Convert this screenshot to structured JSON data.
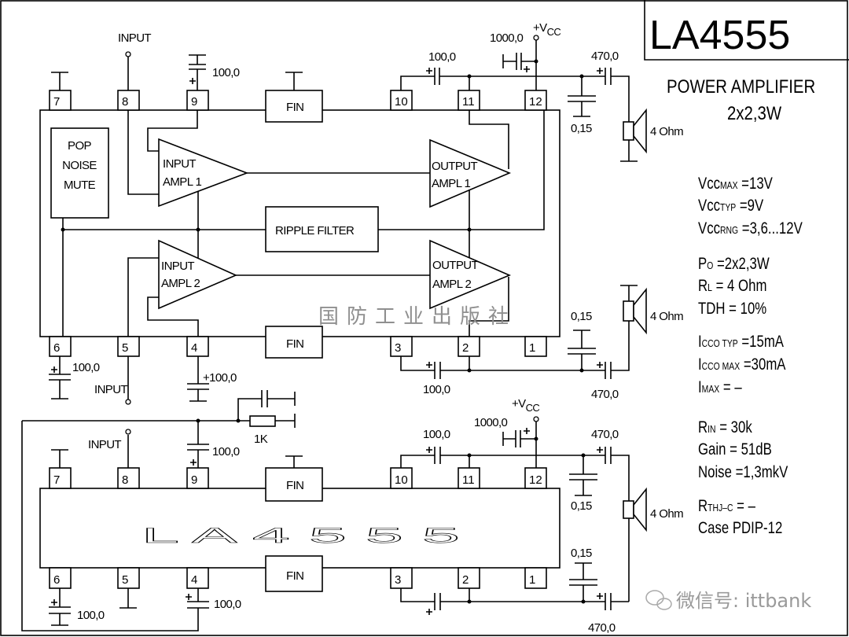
{
  "title": "LA4555",
  "subtitle": "POWER AMPLIFIER",
  "power_rating": "2x2,3W",
  "specs": [
    {
      "sym": "Vcc",
      "sub": "MAX",
      "val": " =13V"
    },
    {
      "sym": "Vcc",
      "sub": "TYP",
      "val": "  =9V"
    },
    {
      "sym": "Vcc",
      "sub": "RNG",
      "val": " =3,6...12V"
    },
    {
      "sym": "P",
      "sub": "O",
      "val": "  =2x2,3W"
    },
    {
      "sym": "R",
      "sub": "L",
      "val": "  = 4  Ohm"
    },
    {
      "sym": "TDH",
      "sub": "",
      "val": " = 10%"
    },
    {
      "sym": "I",
      "sub": "CCO TYP",
      "val": " =15mA"
    },
    {
      "sym": "I",
      "sub": "CCO MAX",
      "val": " =30mA"
    },
    {
      "sym": "I",
      "sub": "MAX",
      "val": "  =    –"
    },
    {
      "sym": "R",
      "sub": "IN",
      "val": "   = 30k"
    },
    {
      "sym": "Gain",
      "sub": "",
      "val": "  = 51dB"
    },
    {
      "sym": "Noise",
      "sub": "",
      "val": " =1,3mkV"
    },
    {
      "sym": "R",
      "sub": "THJ–C",
      "val": " =  –"
    },
    {
      "sym": "Case",
      "sub": "",
      "val": "  PDIP-12"
    }
  ],
  "pins_top": [
    "7",
    "8",
    "9",
    "10",
    "11",
    "12"
  ],
  "pins_bottom": [
    "6",
    "5",
    "4",
    "3",
    "2",
    "1"
  ],
  "circuit_block_diagram": {
    "input_top": "INPUT",
    "input_bottom": "INPUT",
    "pop_noise_mute": [
      "POP",
      "NOISE",
      "MUTE"
    ],
    "input_amp1": [
      "INPUT",
      "AMPL 1"
    ],
    "output_amp1": [
      "OUTPUT",
      "AMPL 1"
    ],
    "input_amp2": [
      "INPUT",
      "AMPL 2"
    ],
    "output_amp2": [
      "OUTPUT",
      "AMPL 2"
    ],
    "ripple_filter": "RIPPLE FILTER",
    "fin": "FIN",
    "vcc": "+V",
    "vcc_sub": "CC",
    "caps": {
      "pin9": "100,0",
      "pin10_11": "100,0",
      "vcc": "1000,0",
      "out1": "470,0",
      "bypass1": "0,15",
      "bypass2": "0,15",
      "pin3_2": "100,0",
      "out2": "470,0",
      "pin6": "100,0",
      "pin4": "+100,0"
    },
    "speaker1": "4 Ohm",
    "speaker2": "4 Ohm"
  },
  "circuit_bridge": {
    "input": "INPUT",
    "fin": "FIN",
    "resistor": "1K",
    "chip_marking": "L A 4 5 5 5",
    "vcc": "+V",
    "vcc_sub": "CC",
    "caps": {
      "pin9": "100,0",
      "pin10_11": "100,0",
      "vcc": "1000,0",
      "out_top": "470,0",
      "bypass_top": "0,15",
      "bypass_bottom": "0,15",
      "out_bottom": "470,0",
      "pin6": "100,0",
      "pin4": "100,0"
    },
    "speaker": "4 Ohm"
  },
  "watermark_publisher": "国防工业出版社",
  "watermark_wechat": "微信号: ittbank"
}
